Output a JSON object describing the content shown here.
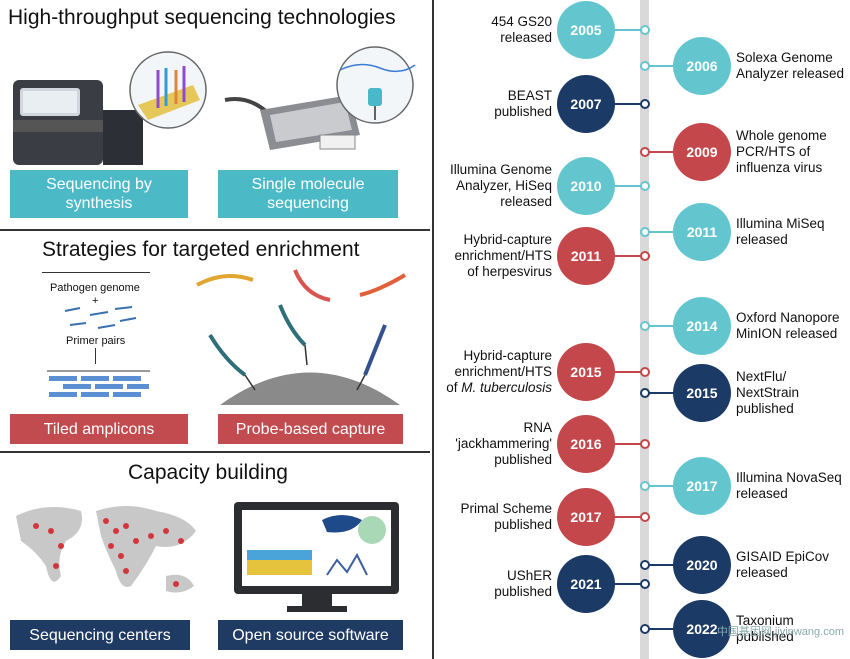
{
  "panels": {
    "sequencing": {
      "title": "High-throughput sequencing technologies",
      "box1": "Sequencing by synthesis",
      "box2": "Single molecule sequencing"
    },
    "enrichment": {
      "title": "Strategies for targeted enrichment",
      "pathogen_genome": "Pathogen genome",
      "plus": "+",
      "primer_pairs": "Primer pairs",
      "box1": "Tiled amplicons",
      "box2": "Probe-based capture"
    },
    "capacity": {
      "title": "Capacity building",
      "box1": "Sequencing centers",
      "box2": "Open source software"
    }
  },
  "timeline": [
    {
      "year": "2005",
      "text": "454 GS20\nreleased",
      "side": "left",
      "color": "teal"
    },
    {
      "year": "2006",
      "text": "Solexa Genome\nAnalyzer released",
      "side": "right",
      "color": "teal"
    },
    {
      "year": "2007",
      "text": "BEAST\npublished",
      "side": "left",
      "color": "navy"
    },
    {
      "year": "2009",
      "text": "Whole genome\nPCR/HTS of\ninfluenza virus",
      "side": "right",
      "color": "red"
    },
    {
      "year": "2010",
      "text": "Illumina Genome\nAnalyzer, HiSeq\nreleased",
      "side": "left",
      "color": "teal"
    },
    {
      "year": "2011",
      "text": "Illumina MiSeq\nreleased",
      "side": "right",
      "color": "teal"
    },
    {
      "year": "2011",
      "text": "Hybrid-capture\nenrichment/HTS\nof herpesvirus",
      "side": "left",
      "color": "red"
    },
    {
      "year": "2014",
      "text": "Oxford Nanopore\nMinION released",
      "side": "right",
      "color": "teal"
    },
    {
      "year": "2015",
      "text": "Hybrid-capture\nenrichment/HTS\nof M. tuberculosis",
      "side": "left",
      "color": "red"
    },
    {
      "year": "2015",
      "text": "NextFlu/\nNextStrain\npublished",
      "side": "right",
      "color": "navy"
    },
    {
      "year": "2016",
      "text": "RNA\n'jackhammering'\npublished",
      "side": "left",
      "color": "red"
    },
    {
      "year": "2017",
      "text": "Illumina NovaSeq\nreleased",
      "side": "right",
      "color": "teal"
    },
    {
      "year": "2017",
      "text": "Primal Scheme\npublished",
      "side": "left",
      "color": "red"
    },
    {
      "year": "2020",
      "text": "GISAID EpiCov\nreleased",
      "side": "right",
      "color": "navy"
    },
    {
      "year": "2021",
      "text": "UShER\npublished",
      "side": "left",
      "color": "navy"
    },
    {
      "year": "2022",
      "text": "Taxonium\npublished",
      "side": "right",
      "color": "navy"
    }
  ],
  "colors": {
    "teal": "#63c6cf",
    "red": "#c4474b",
    "navy": "#1c3a66"
  },
  "watermark": "中国基因网 jiyinwang.com"
}
